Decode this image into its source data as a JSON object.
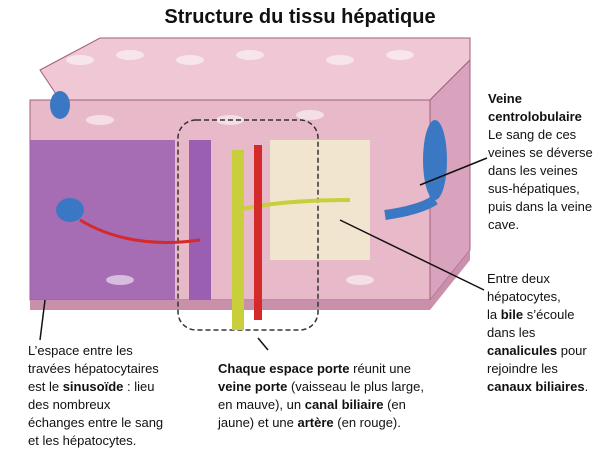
{
  "title": "Structure du tissu hépatique",
  "captions": {
    "veine": [
      [
        {
          "t": "Veine",
          "b": true
        }
      ],
      [
        {
          "t": "centrolobulaire",
          "b": true
        }
      ],
      [
        {
          "t": "Le sang de ces"
        }
      ],
      [
        {
          "t": "veines se déverse"
        }
      ],
      [
        {
          "t": "dans les veines"
        }
      ],
      [
        {
          "t": "sus-hépatiques,"
        }
      ],
      [
        {
          "t": "puis dans la veine"
        }
      ],
      [
        {
          "t": "cave."
        }
      ]
    ],
    "bile": [
      [
        {
          "t": "Entre deux"
        }
      ],
      [
        {
          "t": "hépatocytes,"
        }
      ],
      [
        {
          "t": "la "
        },
        {
          "t": "bile",
          "b": true
        },
        {
          "t": " s’écoule"
        }
      ],
      [
        {
          "t": "dans les"
        }
      ],
      [
        {
          "t": "canalicules",
          "b": true
        },
        {
          "t": " pour"
        }
      ],
      [
        {
          "t": "rejoindre les"
        }
      ],
      [
        {
          "t": "canaux biliaires",
          "b": true
        },
        {
          "t": "."
        }
      ]
    ],
    "sinusoide": [
      [
        {
          "t": "L’espace entre les"
        }
      ],
      [
        {
          "t": "travées hépatocytaires"
        }
      ],
      [
        {
          "t": "est le "
        },
        {
          "t": "sinusoïde",
          "b": true
        },
        {
          "t": " : lieu"
        }
      ],
      [
        {
          "t": "des nombreux"
        }
      ],
      [
        {
          "t": "échanges entre le sang"
        }
      ],
      [
        {
          "t": "et les hépatocytes."
        }
      ]
    ],
    "porte": [
      [
        {
          "t": "Chaque espace porte",
          "b": true
        },
        {
          "t": " réunit une"
        }
      ],
      [
        {
          "t": "veine porte",
          "b": true
        },
        {
          "t": " (vaisseau le plus large,"
        }
      ],
      [
        {
          "t": "en mauve), un "
        },
        {
          "t": "canal biliaire",
          "b": true
        },
        {
          "t": " (en"
        }
      ],
      [
        {
          "t": "jaune) et une "
        },
        {
          "t": "artère",
          "b": true
        },
        {
          "t": " (en rouge)."
        }
      ]
    ]
  },
  "colors": {
    "tissue": "#e7b9c9",
    "purple": "#9a5fb0",
    "vein": "#3b78c4",
    "bile": "#c9cf3a",
    "artery": "#d42a2a"
  }
}
